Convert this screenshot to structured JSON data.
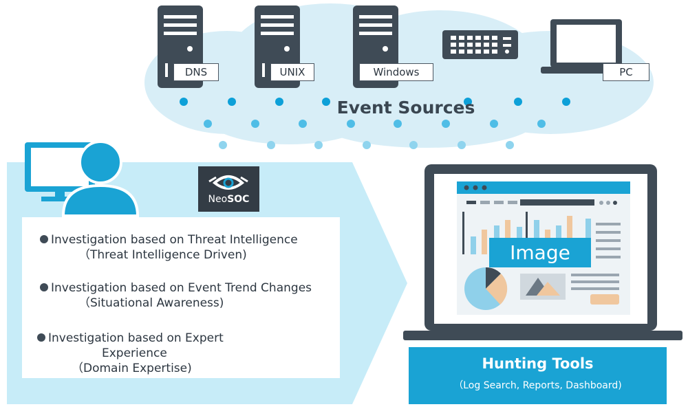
{
  "event_sources": {
    "title": "Event Sources",
    "labels": [
      "DNS",
      "UNIX",
      "Windows",
      "PC"
    ]
  },
  "neosoc": {
    "logo_prefix": "Neo",
    "logo_suffix": "SOC"
  },
  "methods": [
    {
      "text": "Investigation based on Threat Intelligence",
      "sub": "（Threat Intelligence Driven)"
    },
    {
      "text": "Investigation based on Event Trend Changes",
      "sub": "（Situational Awareness)"
    },
    {
      "text": "Investigation based on Expert",
      "sub2": "Experience",
      "sub": "（Domain Expertise)"
    }
  ],
  "screen": {
    "image_label": "Image"
  },
  "hunting_tools": {
    "title": "Hunting Tools",
    "subtitle": "（Log Search, Reports, Dashboard)"
  },
  "colors": {
    "cloud": "#d8eef7",
    "arrow": "#c7ecf8",
    "accent": "#1aa3d4",
    "device": "#3f4b56",
    "dot": "#0da0d8"
  }
}
